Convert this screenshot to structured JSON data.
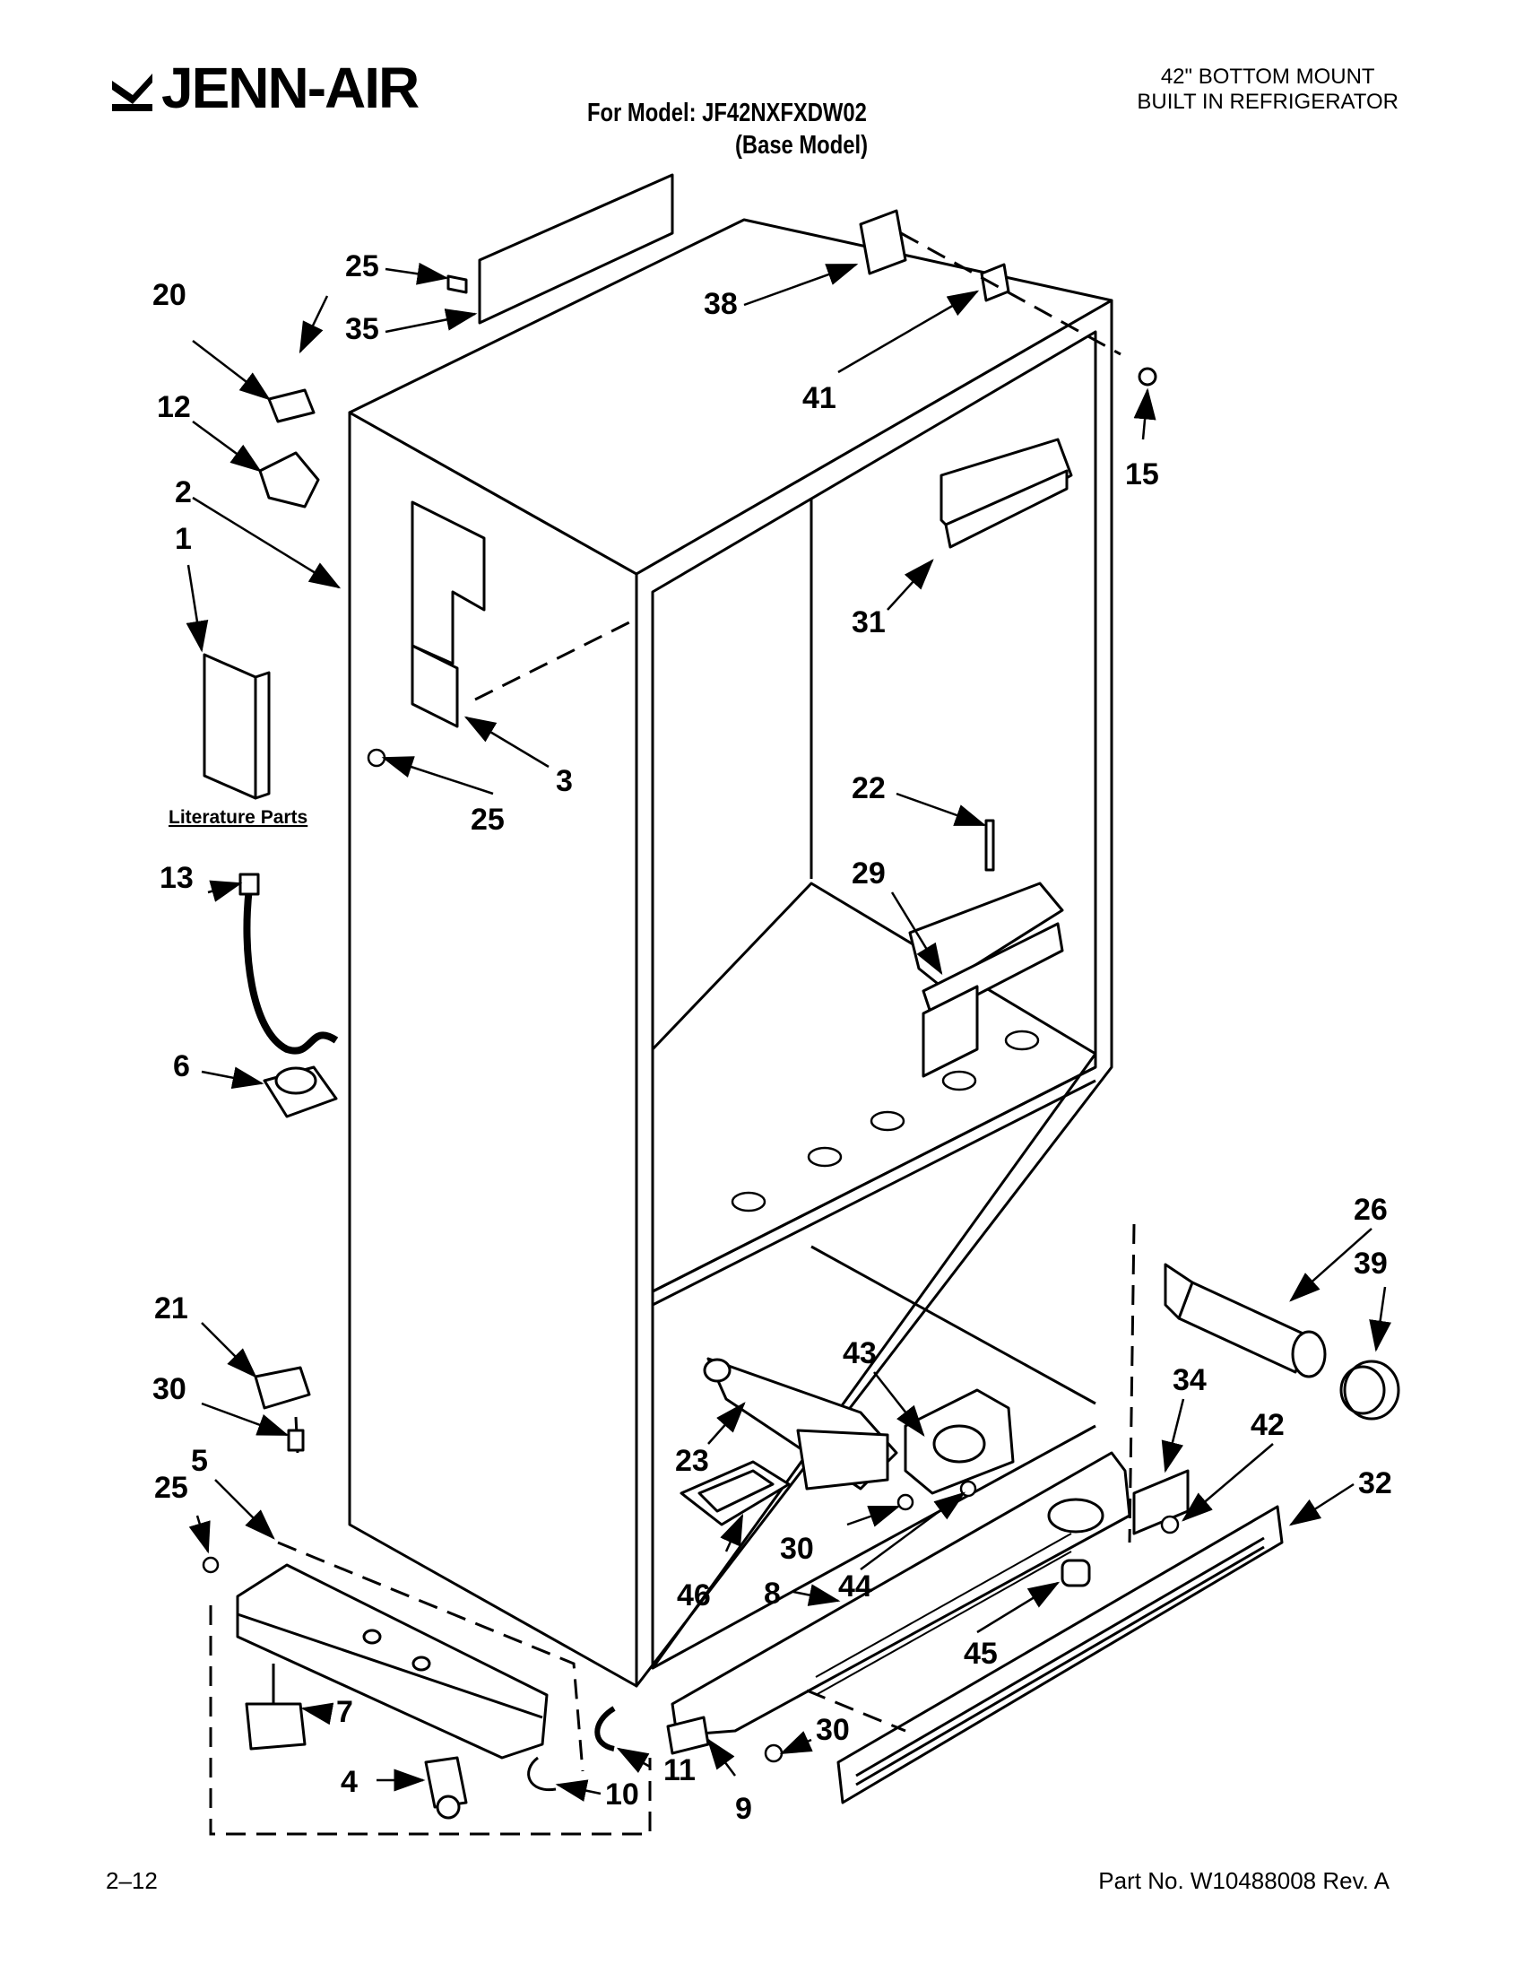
{
  "header": {
    "brand": "JENN-AIR",
    "product_line1": "42\" BOTTOM MOUNT",
    "product_line2": "BUILT IN REFRIGERATOR",
    "model": "For Model: JF42NXFXDW02",
    "base_model": "(Base Model)"
  },
  "diagram": {
    "literature_label": "Literature Parts",
    "callouts": [
      "25",
      "35",
      "20",
      "12",
      "2",
      "1",
      "3",
      "25",
      "38",
      "41",
      "15",
      "31",
      "22",
      "29",
      "13",
      "6",
      "21",
      "30",
      "5",
      "25",
      "7",
      "4",
      "10",
      "11",
      "9",
      "30",
      "8",
      "46",
      "30",
      "44",
      "23",
      "43",
      "26",
      "39",
      "34",
      "42",
      "32",
      "45"
    ]
  },
  "footer": {
    "page": "2–12",
    "part_no": "Part No. W10488008 Rev. A"
  }
}
